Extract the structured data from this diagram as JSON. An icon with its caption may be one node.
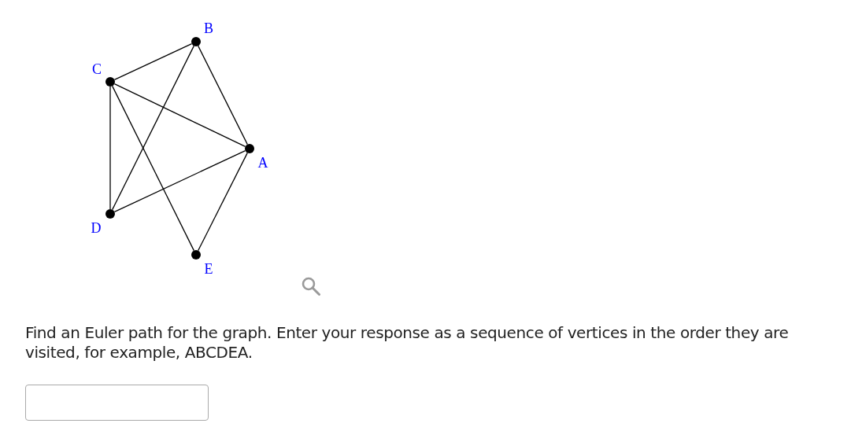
{
  "diagram": {
    "nodes": [
      {
        "text": [],
        "shape": "circle",
        "beside": [
          "B"
        ]
      },
      {
        "text": [],
        "shape": "circle",
        "beside": [
          "C"
        ]
      },
      {
        "text": [],
        "shape": "circle",
        "beside": [
          "A"
        ]
      },
      {
        "text": [],
        "shape": "circle",
        "beside": [
          "D"
        ]
      },
      {
        "text": [],
        "shape": "circle",
        "beside": [
          "E"
        ]
      }
    ],
    "edges": [
      {
        "from": 0,
        "to": 1,
        "arrow": "none"
      },
      {
        "from": 0,
        "to": 2,
        "arrow": "none"
      },
      {
        "from": 0,
        "to": 3,
        "arrow": "none"
      },
      {
        "from": 1,
        "to": 2,
        "arrow": "none"
      },
      {
        "from": 1,
        "to": 3,
        "arrow": "none"
      },
      {
        "from": 1,
        "to": 4,
        "arrow": "none"
      },
      {
        "from": 2,
        "to": 3,
        "arrow": "none"
      },
      {
        "from": 2,
        "to": 4,
        "arrow": "none"
      }
    ],
    "labels": [
      "Find an Euler path for the graph. Enter your response as a sequence of vertices in the order they are visited, for example, ABCDEA."
    ]
  }
}
